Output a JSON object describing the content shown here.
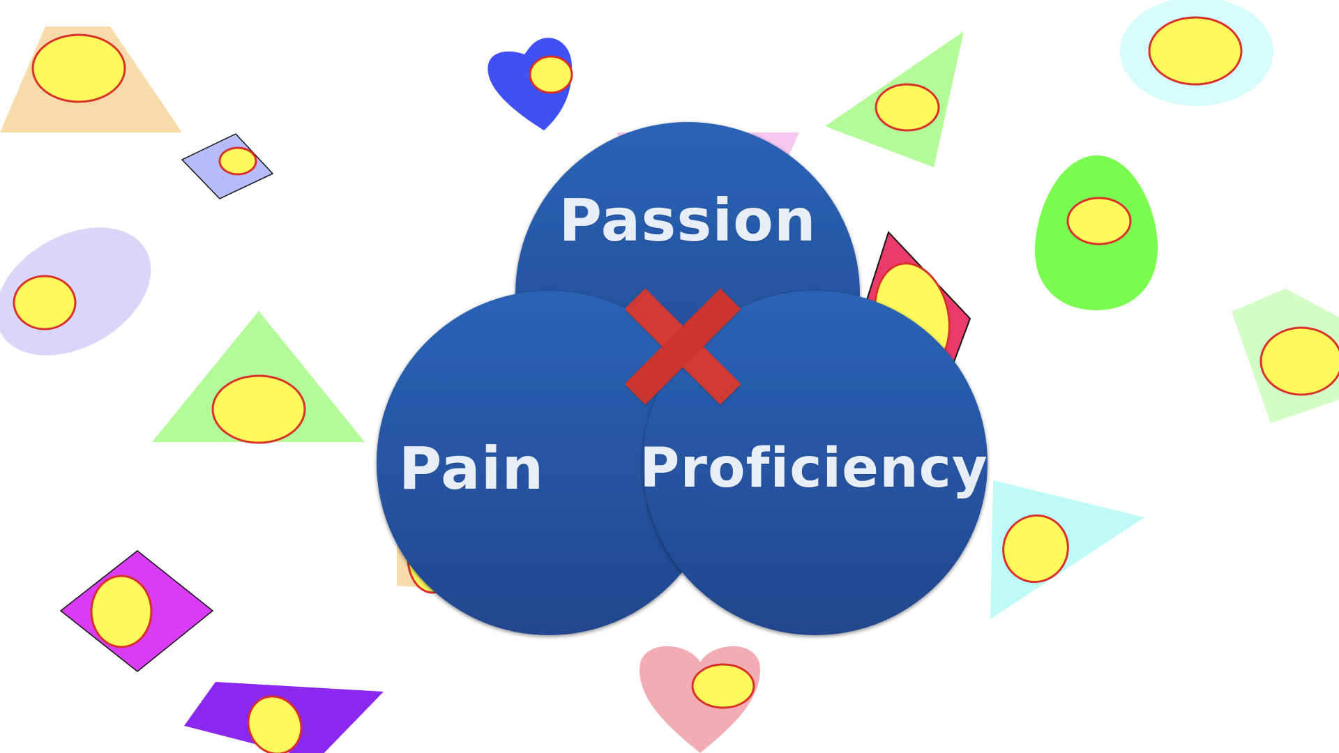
{
  "diagram": {
    "title_words": {
      "top": "Passion",
      "left": "Pain",
      "right": "Proficiency"
    },
    "center_mark": "x-mark",
    "colors": {
      "circle_top": "#2b63b6",
      "circle_bottom": "#21468e",
      "label_text": "#e8edf6",
      "x_mark": "#cf3a31",
      "spot_fill": "#fffb5c",
      "spot_stroke": "#d9302a"
    },
    "decorations": [
      {
        "shape": "trapezoid",
        "color": "#f7dba8"
      },
      {
        "shape": "rhombus",
        "color": "#b6bcfa"
      },
      {
        "shape": "ellipse-blob",
        "color": "#d9d6fa"
      },
      {
        "shape": "triangle",
        "color": "#b3fb98"
      },
      {
        "shape": "rhombus",
        "color": "#d93cf4"
      },
      {
        "shape": "quadrilateral",
        "color": "#8a28f0"
      },
      {
        "shape": "heart",
        "color": "#3f50f4"
      },
      {
        "shape": "triangle",
        "color": "#f6c8ef"
      },
      {
        "shape": "triangle",
        "color": "#b3fb98"
      },
      {
        "shape": "ellipse",
        "color": "#d6fbfb"
      },
      {
        "shape": "egg",
        "color": "#7afc50"
      },
      {
        "shape": "pentagon",
        "color": "#d3fcc6"
      },
      {
        "shape": "rhombus",
        "color": "#eb3a6c"
      },
      {
        "shape": "triangle",
        "color": "#befbf8"
      },
      {
        "shape": "quadrilateral",
        "color": "#f7dba8"
      },
      {
        "shape": "heart",
        "color": "#f2acb3"
      }
    ]
  }
}
